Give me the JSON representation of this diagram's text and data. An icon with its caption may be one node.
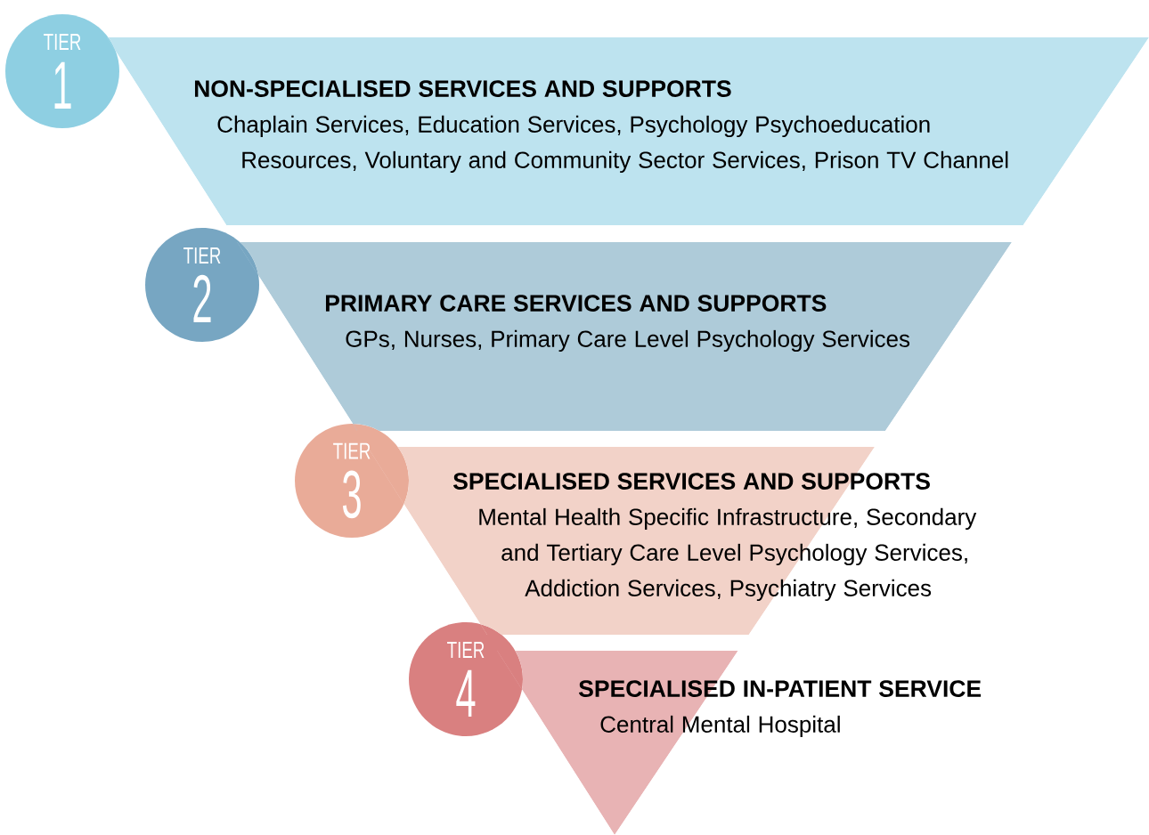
{
  "diagram": {
    "nodes": [
      {
        "text": [
          "TIER",
          "1"
        ]
      },
      {
        "text": [
          "NON-SPECIALISED SERVICES AND SUPPORTS",
          "Chaplain Services, Education Services, Psychology Psychoeducation Resources, Voluntary and Community Sector Services, Prison TV Channel"
        ]
      },
      {
        "text": [
          "TIER",
          "2"
        ]
      },
      {
        "text": [
          "PRIMARY CARE SERVICES AND SUPPORTS",
          "GPs, Nurses, Primary Care Level Psychology Services"
        ]
      },
      {
        "text": [
          "TIER",
          "3"
        ]
      },
      {
        "text": [
          "SPECIALISED SERVICES AND SUPPORTS",
          "Mental Health Specific Infrastructure, Secondary and Tertiary Care Level Psychology Services, Addiction Services, Psychiatry Services"
        ]
      },
      {
        "text": [
          "TIER",
          "4"
        ]
      },
      {
        "text": [
          "SPECIALISED IN-PATIENT SERVICE",
          "Central Mental Hospital"
        ]
      }
    ]
  }
}
